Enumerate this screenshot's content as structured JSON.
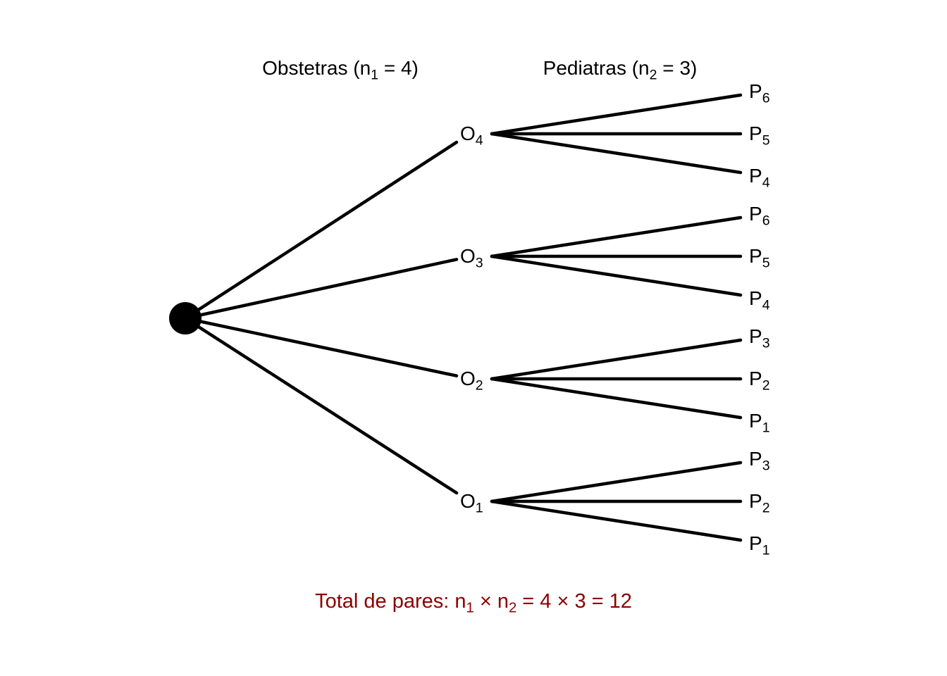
{
  "canvas": {
    "background": "#ffffff"
  },
  "colors": {
    "line": "#000000",
    "text": "#000000",
    "footer_text": "#8b0000"
  },
  "headers": {
    "left": {
      "segments": [
        {
          "t": "Obstetras (n"
        },
        {
          "t": "1",
          "sub": true
        },
        {
          "t": " = 4)"
        }
      ]
    },
    "right": {
      "segments": [
        {
          "t": "Pediatras (n"
        },
        {
          "t": "2",
          "sub": true
        },
        {
          "t": " = 3)"
        }
      ]
    }
  },
  "tree": {
    "root": {
      "shape": "filled-circle"
    },
    "branches": [
      {
        "base": "O",
        "sub": "4",
        "children": [
          {
            "base": "P",
            "sub": "6"
          },
          {
            "base": "P",
            "sub": "5"
          },
          {
            "base": "P",
            "sub": "4"
          }
        ]
      },
      {
        "base": "O",
        "sub": "3",
        "children": [
          {
            "base": "P",
            "sub": "6"
          },
          {
            "base": "P",
            "sub": "5"
          },
          {
            "base": "P",
            "sub": "4"
          }
        ]
      },
      {
        "base": "O",
        "sub": "2",
        "children": [
          {
            "base": "P",
            "sub": "3"
          },
          {
            "base": "P",
            "sub": "2"
          },
          {
            "base": "P",
            "sub": "1"
          }
        ]
      },
      {
        "base": "O",
        "sub": "1",
        "children": [
          {
            "base": "P",
            "sub": "3"
          },
          {
            "base": "P",
            "sub": "2"
          },
          {
            "base": "P",
            "sub": "1"
          }
        ]
      }
    ]
  },
  "footer": {
    "segments": [
      {
        "t": "Total de pares: n"
      },
      {
        "t": "1",
        "sub": true
      },
      {
        "t": " × n"
      },
      {
        "t": "2",
        "sub": true
      },
      {
        "t": " = 4 × 3 = 12"
      }
    ]
  }
}
